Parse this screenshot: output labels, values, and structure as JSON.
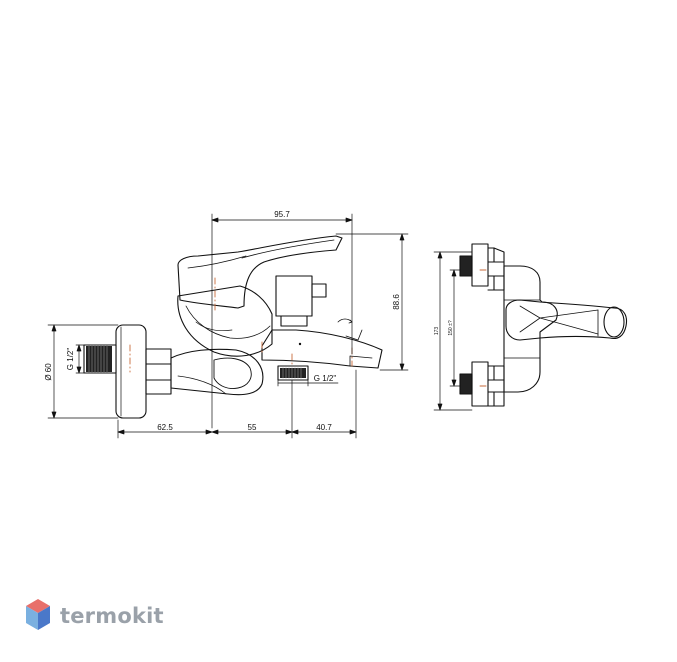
{
  "diagram": {
    "side_view": {
      "dimensions": {
        "top_width": "95.7",
        "height": "88.6",
        "diameter": "Ø 60",
        "inlet_thread": "G 1/2\"",
        "outlet_thread": "G 1/2\"",
        "offset_left": "62.5",
        "offset_mid": "55",
        "offset_right": "40.7"
      }
    },
    "front_view": {
      "dimensions": {
        "height_outer": "173",
        "height_inner": "150 ±?"
      }
    }
  },
  "brand": {
    "name": "termokit",
    "logo_colors": {
      "top": "#e8706b",
      "left": "#7ab0e0",
      "right": "#4a78c9"
    }
  }
}
